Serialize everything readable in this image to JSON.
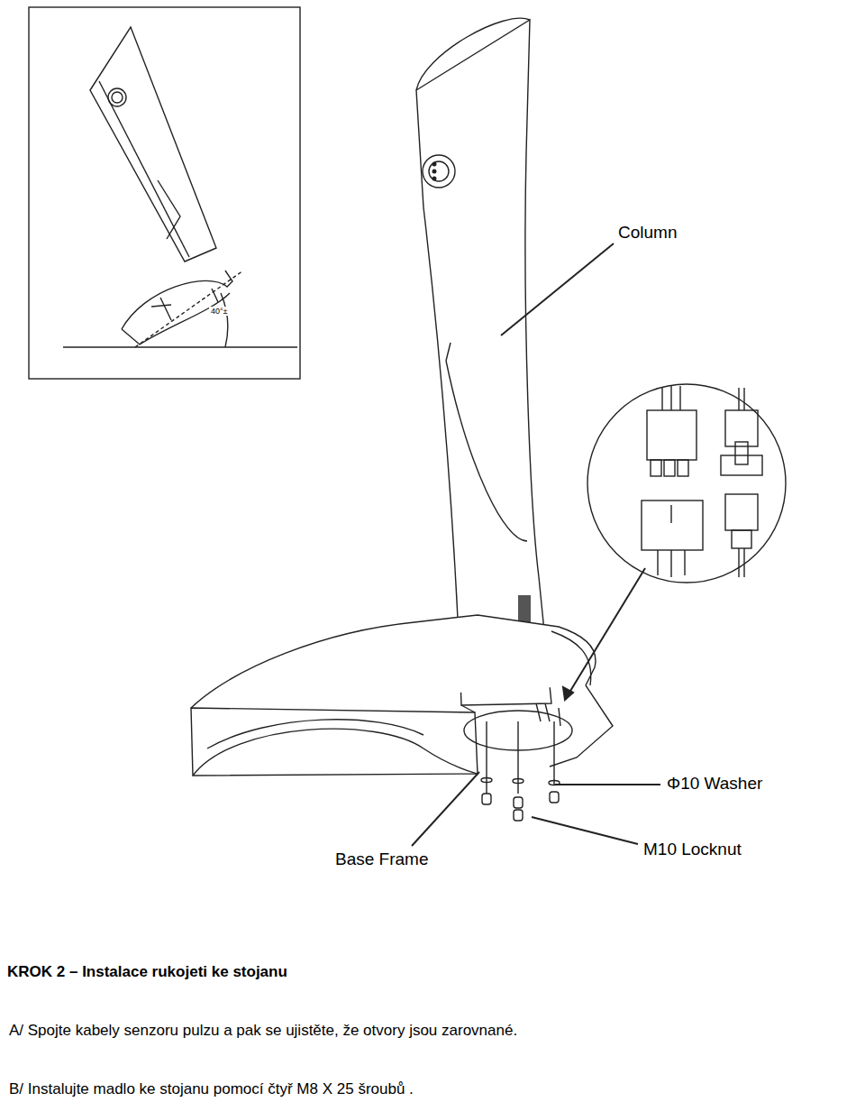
{
  "diagram": {
    "title": "KROK 2 – Instalace rukojeti ke stojanu",
    "labels": [
      "40°±",
      "Column",
      "Φ10 Washer",
      "Base Frame",
      "M10 Locknut",
      "A/ Spojte kabely senzoru pulzu a pak se ujistěte, že otvory jsou zarovnané.",
      "B/ Instalujte madlo ke stojanu pomocí čtyř M8 X 25 šroubů ."
    ]
  }
}
